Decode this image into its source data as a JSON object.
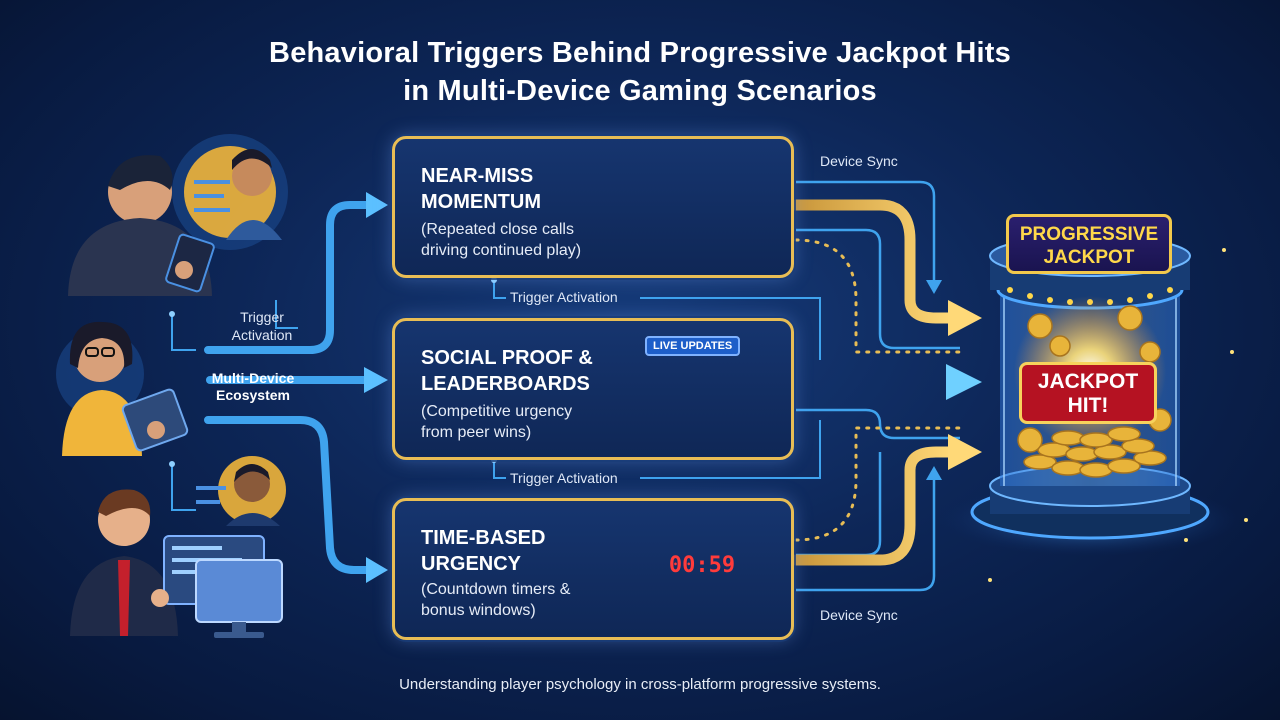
{
  "title": {
    "line1": "Behavioral Triggers Behind Progressive Jackpot Hits",
    "line2": "in Multi-Device Gaming Scenarios"
  },
  "cards": [
    {
      "heading": "NEAR-MISS\nMOMENTUM",
      "desc": "(Repeated close calls\ndriving continued play)",
      "icon": "slot-machine-icon"
    },
    {
      "heading": "SOCIAL PROOF &\nLEADERBOARDS",
      "desc": "(Competitive urgency\nfrom peer wins)",
      "icon": "leaderboard-chart-icon"
    },
    {
      "heading": "TIME-BASED\nURGENCY",
      "desc": "(Countdown timers &\nbonus windows)",
      "icon": "countdown-timer-icon"
    }
  ],
  "labels": {
    "trigger_left": "Trigger\nActivation",
    "ecosystem": "Multi-Device\nEcosystem",
    "trigger_mid_top": "Trigger Activation",
    "trigger_mid_bottom": "Trigger Activation",
    "device_sync_top": "Device Sync",
    "device_sync_bottom": "Device Sync"
  },
  "live_updates": "LIVE UPDATES",
  "timer": "00:59",
  "jackpot": {
    "sign": "PROGRESSIVE\nJACKPOT",
    "hit": "JACKPOT\nHIT!"
  },
  "people": [
    {
      "name": "person-with-tablet",
      "device": "tablet"
    },
    {
      "name": "woman-with-tablet",
      "device": "tablet"
    },
    {
      "name": "man-at-desktop",
      "device": "desktop"
    }
  ],
  "caption": "Understanding player psychology in cross-platform progressive systems.",
  "colors": {
    "gold": "#e8bd55",
    "blue_arrow": "#3fa3ee",
    "background": "#0d2657",
    "jackpot_red": "#b51222"
  }
}
